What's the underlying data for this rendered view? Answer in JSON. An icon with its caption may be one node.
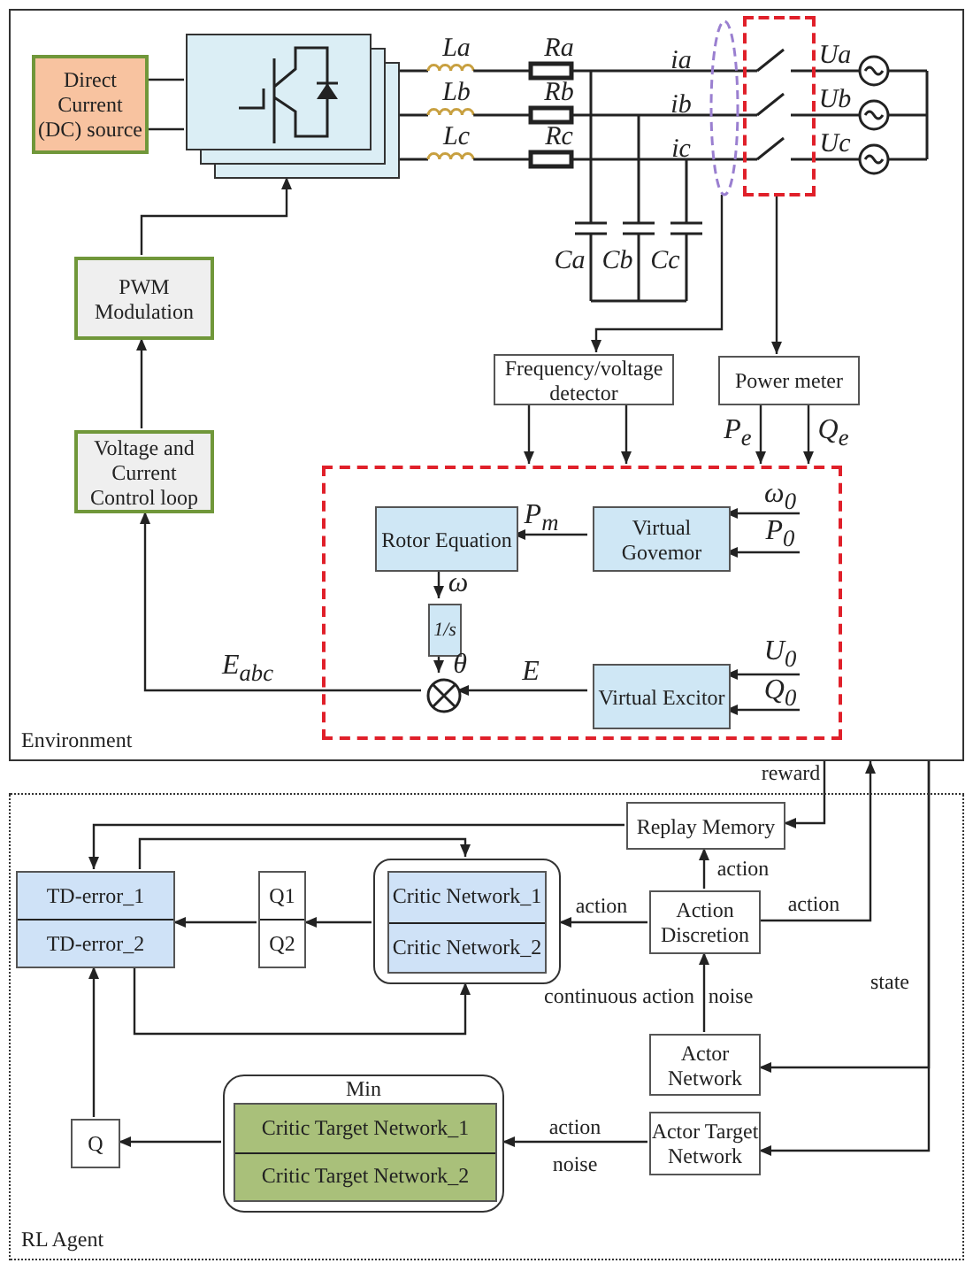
{
  "diagram": {
    "nodes": [
      {
        "text": [
          "Environment"
        ]
      },
      {
        "text": [
          "Direct Current (DC) source"
        ],
        "in": 0
      },
      {
        "text": [],
        "shape": "box",
        "in": 0
      },
      {
        "text": [
          "PWM Modulation"
        ],
        "in": 0
      },
      {
        "text": [
          "Voltage and Current Control loop"
        ],
        "in": 0
      },
      {
        "text": [
          "Frequency/voltage detector"
        ],
        "in": 0
      },
      {
        "text": [
          "Power meter"
        ],
        "in": 0
      },
      {
        "text": [],
        "shape": "box",
        "in": 0
      },
      {
        "text": [],
        "shape": "ellipse",
        "in": 0
      },
      {
        "text": [],
        "shape": "box",
        "in": 0
      },
      {
        "text": [
          "Rotor Equation"
        ],
        "in": 9
      },
      {
        "text": [
          "Virtual Govemor"
        ],
        "in": 9
      },
      {
        "text": [
          "1/s"
        ],
        "in": 9
      },
      {
        "text": [],
        "shape": "circle",
        "in": 9
      },
      {
        "text": [
          "Virtual Excitor"
        ],
        "in": 9
      },
      {
        "text": [
          "RL Agent"
        ]
      },
      {
        "text": [
          "Replay Memory"
        ],
        "in": 15
      },
      {
        "text": [
          "TD-error_1",
          "TD-error_2"
        ],
        "in": 15
      },
      {
        "text": [
          "Q1",
          "Q2"
        ],
        "in": 15
      },
      {
        "text": [
          "Critic Network_1",
          "Critic Network_2"
        ],
        "in": 15
      },
      {
        "text": [
          "Action Discretion"
        ],
        "in": 15
      },
      {
        "text": [
          "Actor Network"
        ],
        "in": 15
      },
      {
        "text": [
          "Actor Target Network"
        ],
        "in": 15
      },
      {
        "text": [
          "Min"
        ],
        "in": 15
      },
      {
        "text": [
          "Critic Target Network_1",
          "Critic Target Network_2"
        ],
        "in": 23
      },
      {
        "text": [
          "Q"
        ],
        "in": 15
      }
    ],
    "edges": [
      {
        "from": 1,
        "to": 2,
        "arrow": "none"
      },
      {
        "from": 1,
        "to": 2,
        "arrow": "none"
      },
      {
        "from": 4,
        "to": 3,
        "arrow": "to"
      },
      {
        "from": 3,
        "to": 2,
        "arrow": "to"
      },
      {
        "from": 8,
        "to": 5,
        "arrow": "to"
      },
      {
        "from": 7,
        "to": 6,
        "arrow": "to"
      },
      {
        "from": 5,
        "to": 9,
        "arrow": "to"
      },
      {
        "from": 5,
        "to": 9,
        "arrow": "to"
      },
      {
        "from": 6,
        "to": 9,
        "arrow": "to",
        "label": "P$_{e}$"
      },
      {
        "from": 6,
        "to": 9,
        "arrow": "to",
        "label": "Q$_{e}$"
      },
      {
        "from": null,
        "to": 11,
        "arrow": "to",
        "label": "ω$_{0}$"
      },
      {
        "from": null,
        "to": 11,
        "arrow": "to",
        "label": "P$_{0}$"
      },
      {
        "from": 11,
        "to": 10,
        "arrow": "to",
        "label": "P$_{m}$"
      },
      {
        "from": 10,
        "to": 12,
        "arrow": "to",
        "label": "ω"
      },
      {
        "from": 12,
        "to": 13,
        "arrow": "to",
        "label": "θ"
      },
      {
        "from": null,
        "to": 14,
        "arrow": "to",
        "label": "U$_{0}$"
      },
      {
        "from": null,
        "to": 14,
        "arrow": "to",
        "label": "Q$_{0}$"
      },
      {
        "from": 14,
        "to": 13,
        "arrow": "to",
        "label": "E"
      },
      {
        "from": 13,
        "to": 4,
        "arrow": "to",
        "label": "E$_{abc}$"
      },
      {
        "from": 0,
        "to": 16,
        "arrow": "to",
        "label": "reward"
      },
      {
        "from": 20,
        "to": 0,
        "arrow": "to",
        "label": "action"
      },
      {
        "from": 0,
        "to": 21,
        "arrow": "to",
        "label": "state"
      },
      {
        "from": 0,
        "to": 22,
        "arrow": "to"
      },
      {
        "from": 16,
        "to": 17,
        "arrow": "to"
      },
      {
        "from": 17,
        "to": 19,
        "arrow": "to"
      },
      {
        "from": 17,
        "to": 19,
        "arrow": "to"
      },
      {
        "from": 19,
        "to": 18,
        "arrow": "to"
      },
      {
        "from": 18,
        "to": 17,
        "arrow": "to"
      },
      {
        "from": 20,
        "to": 19,
        "arrow": "to",
        "label": "action"
      },
      {
        "from": 20,
        "to": 16,
        "arrow": "to",
        "label": "action"
      },
      {
        "from": 21,
        "to": 20,
        "arrow": "to",
        "label": "continuous action"
      },
      {
        "from": 22,
        "to": 23,
        "arrow": "to",
        "label": "action"
      },
      {
        "from": 23,
        "to": 25,
        "arrow": "to"
      },
      {
        "from": 25,
        "to": 17,
        "arrow": "to"
      }
    ],
    "labels": [
      "La",
      "Ra",
      "ia",
      "Ua",
      "Lb",
      "Rb",
      "ib",
      "Ub",
      "Lc",
      "Rc",
      "ic",
      "Uc",
      "Ca",
      "Cb",
      "Cc",
      "noise",
      "noise"
    ]
  }
}
